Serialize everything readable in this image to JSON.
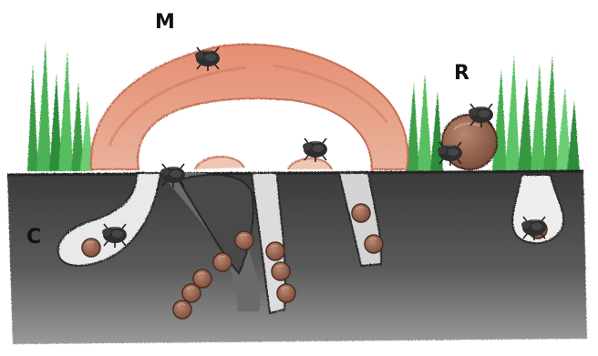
{
  "labels": {
    "m": "M",
    "r": "R",
    "c": "C"
  },
  "colors": {
    "soil_dark": "#3f3f3f",
    "soil_mid": "#5a5a5a",
    "soil_light": "#8a8a8a",
    "dung_pat": "#e09a80",
    "dung_pat_edge": "#c8745c",
    "brood_ball": "#9a6a55",
    "grass": "#3fa84a",
    "beetle": "#2f2f2f"
  },
  "icons": [
    "dung-beetle-icon",
    "brood-ball-icon",
    "grass-tuft-icon",
    "dung-pat-icon"
  ]
}
